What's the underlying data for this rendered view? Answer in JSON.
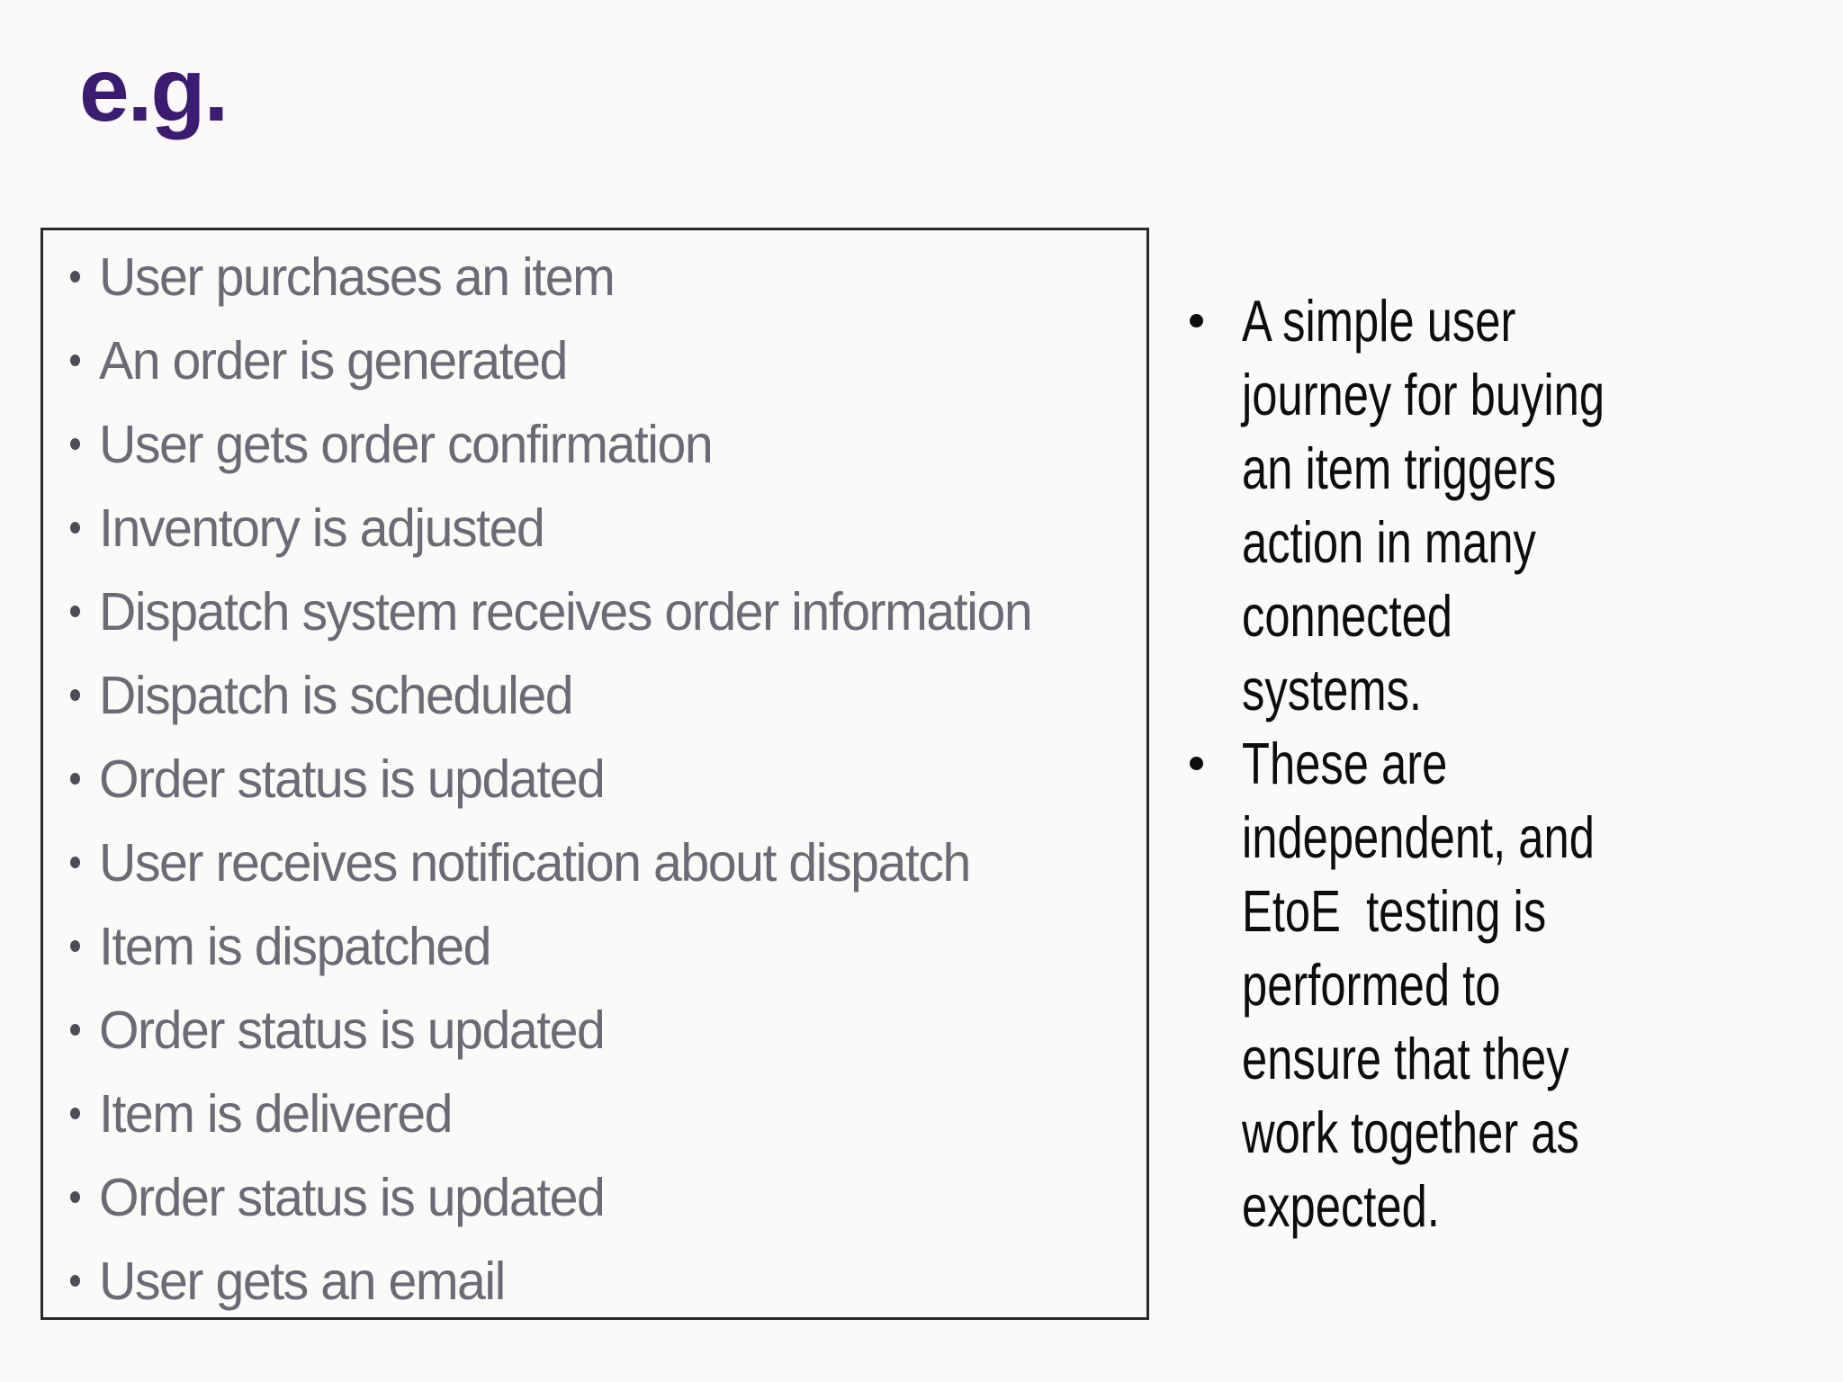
{
  "colors": {
    "background": "#fbfaf9",
    "title_color": "#3b1c70",
    "box_border": "#2b2b2b",
    "list_text": "#6b6b76",
    "list_bullet": "#4d4d58",
    "notes_text": "#0d0d0d"
  },
  "title": {
    "text": "e.g."
  },
  "journey_box": {
    "items": [
      "User purchases an item",
      "An order is generated",
      "User gets order confirmation",
      "Inventory is adjusted",
      "Dispatch system receives order information",
      "Dispatch is scheduled",
      "Order status is updated",
      "User receives notification about dispatch",
      "Item is dispatched",
      "Order status is updated",
      "Item is delivered",
      "Order status is updated",
      "User gets an email"
    ]
  },
  "notes": {
    "bullets": [
      {
        "lines": [
          "A simple user",
          "journey for buying",
          "an item triggers",
          "action in many",
          "connected",
          "systems."
        ]
      },
      {
        "lines": [
          "These are",
          "independent, and",
          "EtoE  testing is",
          "performed to",
          "ensure that they",
          "work together as",
          "expected."
        ]
      }
    ]
  }
}
